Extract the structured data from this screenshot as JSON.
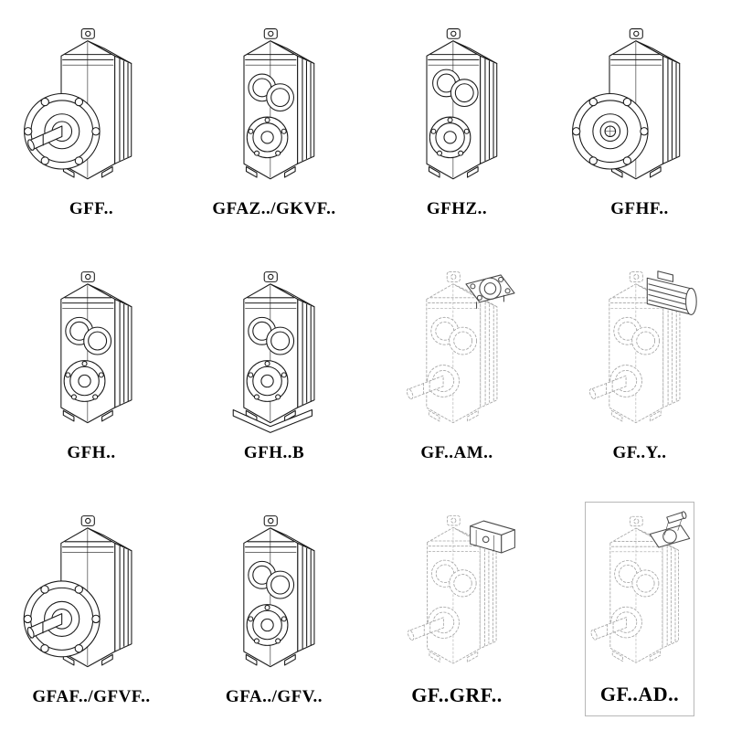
{
  "catalog": {
    "items": [
      {
        "label": "GFF..",
        "drawing": "helical-gearbox-output-flange-solid-shaft"
      },
      {
        "label": "GFAZ../GKVF..",
        "drawing": "helical-gearbox-hollow-shaft"
      },
      {
        "label": "GFHZ..",
        "drawing": "helical-gearbox-hollow-shaft-shrink-disc"
      },
      {
        "label": "GFHF..",
        "drawing": "helical-gearbox-flange-hollow-shaft"
      },
      {
        "label": "GFH..",
        "drawing": "helical-gearbox-hollow-shaft-housing"
      },
      {
        "label": "GFH..B",
        "drawing": "helical-gearbox-hollow-shaft-with-base"
      },
      {
        "label": "GF..AM..",
        "drawing": "helical-gearbox-iec-adapter-phantom"
      },
      {
        "label": "GF..Y..",
        "drawing": "helical-gearbox-motor-mounted-phantom"
      },
      {
        "label": "GFAF../GFVF..",
        "drawing": "helical-gearbox-output-flange-shaft"
      },
      {
        "label": "GFA../GFV..",
        "drawing": "helical-gearbox-solid-shaft"
      },
      {
        "label": "GF..GRF..",
        "drawing": "helical-gearbox-cover-adapter-phantom"
      },
      {
        "label": "GF..AD..",
        "drawing": "helical-gearbox-input-shaft-adapter-phantom"
      }
    ]
  },
  "colors": {
    "line": "#1b1b1b",
    "phantom": "#a6a6a6",
    "attachment": "#4a4a4a",
    "background": "#ffffff"
  }
}
